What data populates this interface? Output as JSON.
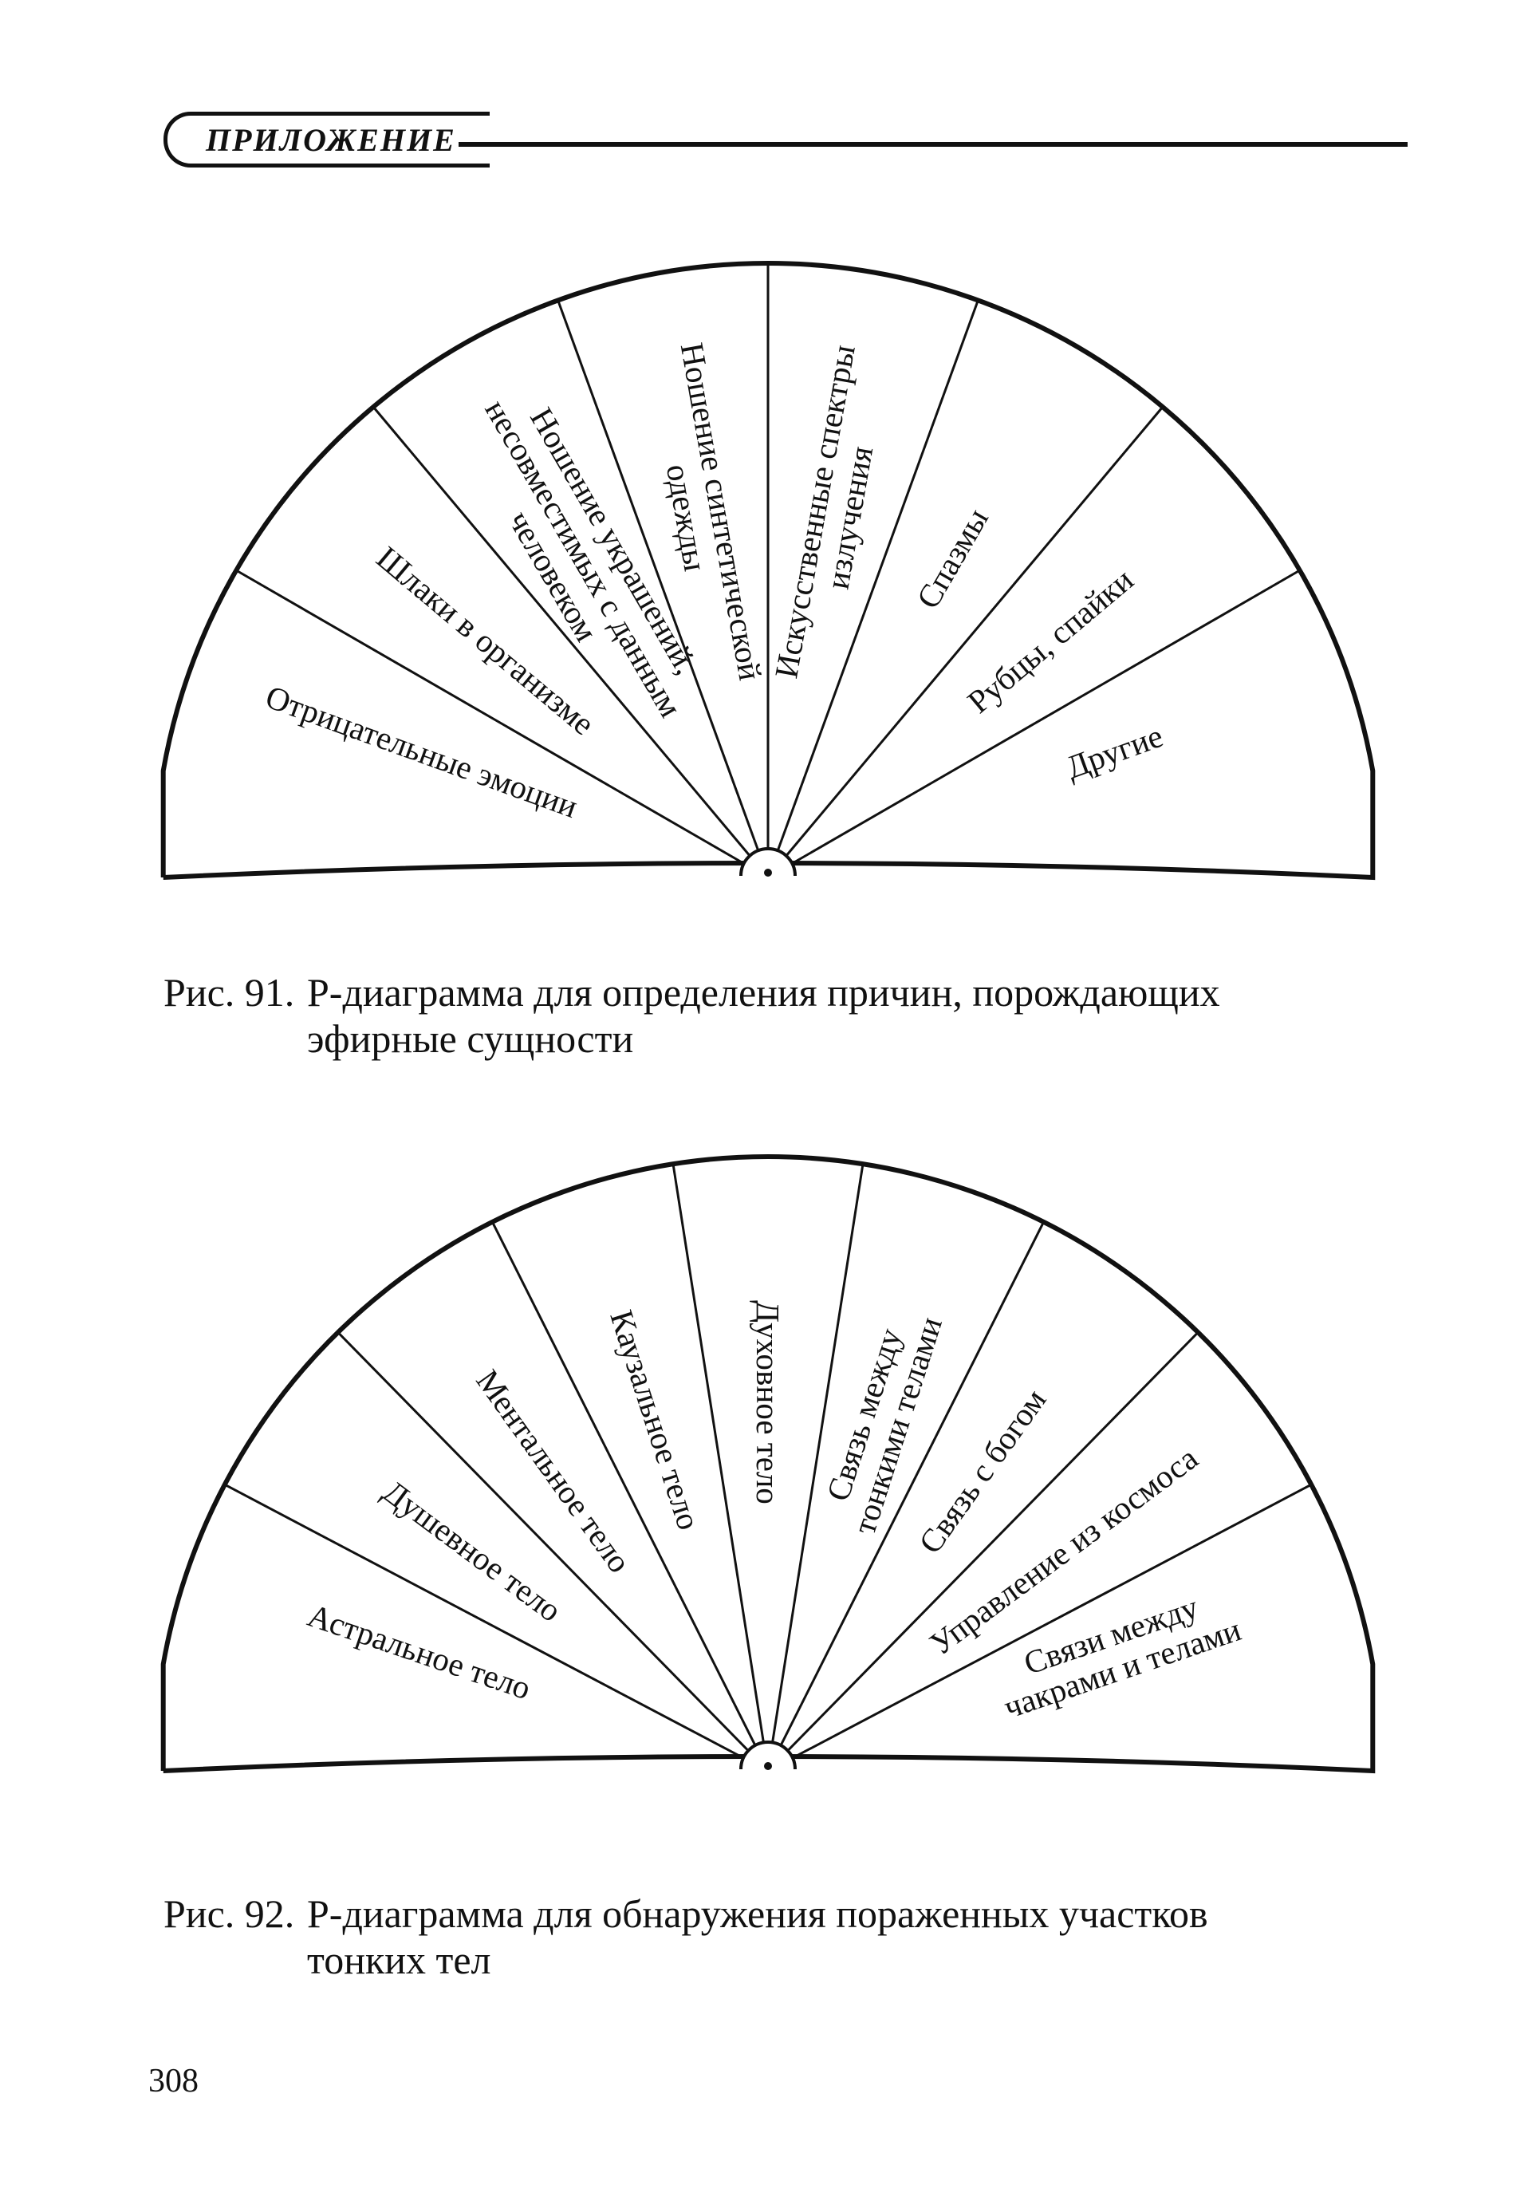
{
  "header": {
    "title": "ПРИЛОЖЕНИЕ"
  },
  "figure1": {
    "segments": [
      [
        "Отрицательные эмоции"
      ],
      [
        "Шлаки в организме"
      ],
      [
        "Ношение украшений,",
        "несовместимых с данным",
        "человеком"
      ],
      [
        "Ношение синтетической",
        "одежды"
      ],
      [
        "Искусственные спектры",
        "излучения"
      ],
      [
        "Спазмы"
      ],
      [
        "Рубцы, спайки"
      ],
      [
        "Другие"
      ]
    ],
    "caption_number": "Рис. 91.",
    "caption_line1": "Р-диаграмма для определения причин, порождающих",
    "caption_line2": "эфирные сущности"
  },
  "figure2": {
    "segments": [
      [
        "Астральное тело"
      ],
      [
        "Душевное тело"
      ],
      [
        "Ментальное тело"
      ],
      [
        "Каузальное тело"
      ],
      [
        "Духовное тело"
      ],
      [
        "Связь между",
        "тонкими телами"
      ],
      [
        "Связь с богом"
      ],
      [
        "Управление из космоса"
      ],
      [
        "Связи между",
        "чакрами и телами"
      ]
    ],
    "caption_number": "Рис. 92.",
    "caption_line1": "Р-диаграмма для обнаружения пораженных участков",
    "caption_line2": "тонких тел"
  },
  "page_number": "308"
}
